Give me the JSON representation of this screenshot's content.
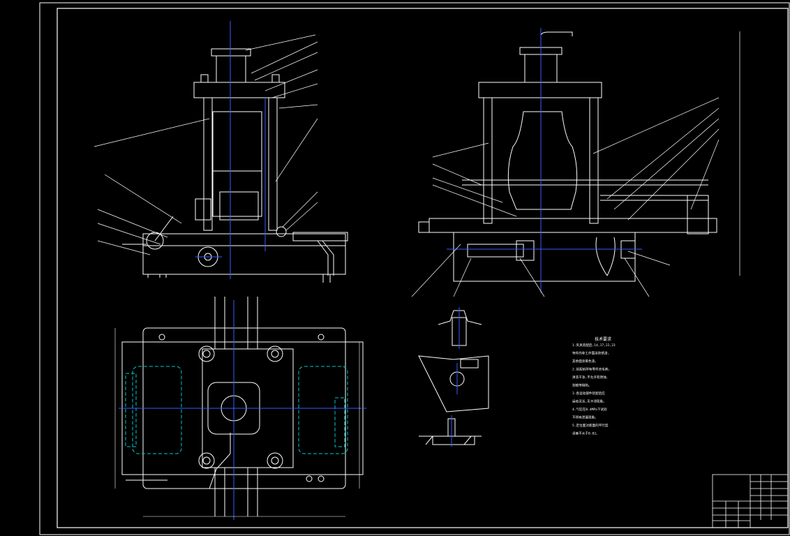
{
  "drawing": {
    "background": "#000000",
    "line_color": "#ffffff",
    "centerline_color": "#3a5cff",
    "hidden_line_color": "#00c8c8",
    "accent_color": "#ffff00"
  },
  "views": [
    {
      "name": "front-view"
    },
    {
      "name": "side-view"
    },
    {
      "name": "plan-view"
    },
    {
      "name": "detail-views"
    }
  ],
  "technical_notes": {
    "title": "技术要求",
    "lines": [
      "1.夹具装配后,14,17,22,23",
      "等件的非工作面涂防锈漆,",
      "其余面涂黄色漆。",
      "2.装配前所有零件去毛刺,",
      "清洗干净,不允许有锈蚀、",
      "划痕等缺陷。",
      "3.各运动部件装配后应",
      "运动灵活,无卡滞现象。",
      "4.气缸在0.4MPa下试验",
      "不得有泄漏现象。",
      "5.定位面对底面的平行度",
      "误差不大于0.02。"
    ]
  },
  "title_block": {
    "visible": true
  }
}
